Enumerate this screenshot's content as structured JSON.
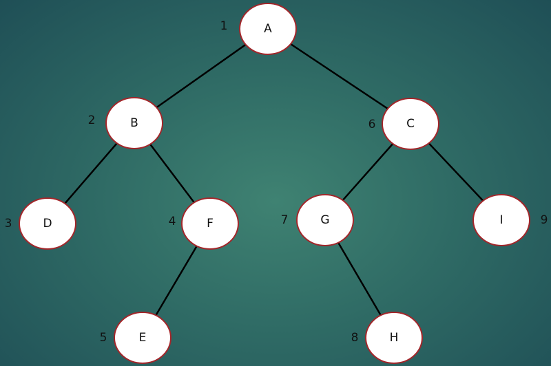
{
  "nodes": {
    "A": {
      "label": "A",
      "order": "1"
    },
    "B": {
      "label": "B",
      "order": "2"
    },
    "C": {
      "label": "C",
      "order": "6"
    },
    "D": {
      "label": "D",
      "order": "3"
    },
    "F": {
      "label": "F",
      "order": "4"
    },
    "G": {
      "label": "G",
      "order": "7"
    },
    "I": {
      "label": "I",
      "order": "9"
    },
    "E": {
      "label": "E",
      "order": "5"
    },
    "H": {
      "label": "H",
      "order": "8"
    }
  },
  "edges": [
    [
      "A",
      "B"
    ],
    [
      "A",
      "C"
    ],
    [
      "B",
      "D"
    ],
    [
      "B",
      "F"
    ],
    [
      "F",
      "E"
    ],
    [
      "C",
      "G"
    ],
    [
      "C",
      "I"
    ],
    [
      "G",
      "H"
    ]
  ],
  "colors": {
    "node_fill": "#ffffff",
    "node_border": "#a3262a",
    "edge": "#000000"
  }
}
